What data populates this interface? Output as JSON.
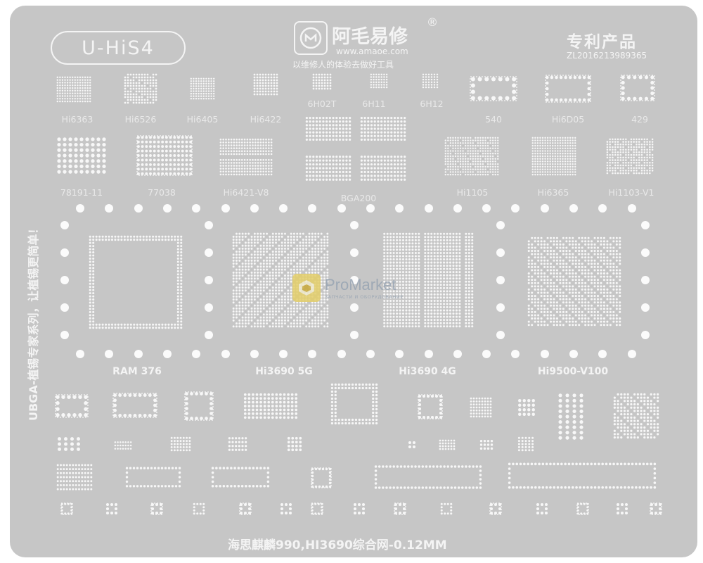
{
  "model": "U-HiS4",
  "brand": {
    "name": "阿毛易修",
    "reg": "®",
    "url": "www.amaoe.com",
    "slogan": "以维修人的体验去做好工具"
  },
  "patent": {
    "title": "专利产品",
    "number": "ZL2016213989365"
  },
  "sidebar_text": "UBGA-植锡专家系列，让植锡更简单！",
  "bottom_text": "海思麒麟990,HI3690综合网-0.12MM",
  "watermark": {
    "name": "ProMarket",
    "sub": "ЗАПЧАСТИ И ОБОРУДОВАНИЕ"
  },
  "row1_labels": [
    "Hi6363",
    "Hi6526",
    "Hi6405",
    "Hi6422",
    "6H02T",
    "6H11",
    "6H12",
    "540",
    "Hi6D05",
    "429"
  ],
  "row2_labels": [
    "78191-11",
    "77038",
    "Hi6421-V8",
    "BGA200",
    "Hi1105",
    "Hi6365",
    "Hi1103-V1"
  ],
  "chip_labels": [
    "RAM 376",
    "Hi3690 5G",
    "Hi3690 4G",
    "Hi9500-V100"
  ],
  "colors": {
    "plate": "#c6c6c6",
    "hole": "#fbfbfb",
    "text": "#f4f4f4"
  }
}
